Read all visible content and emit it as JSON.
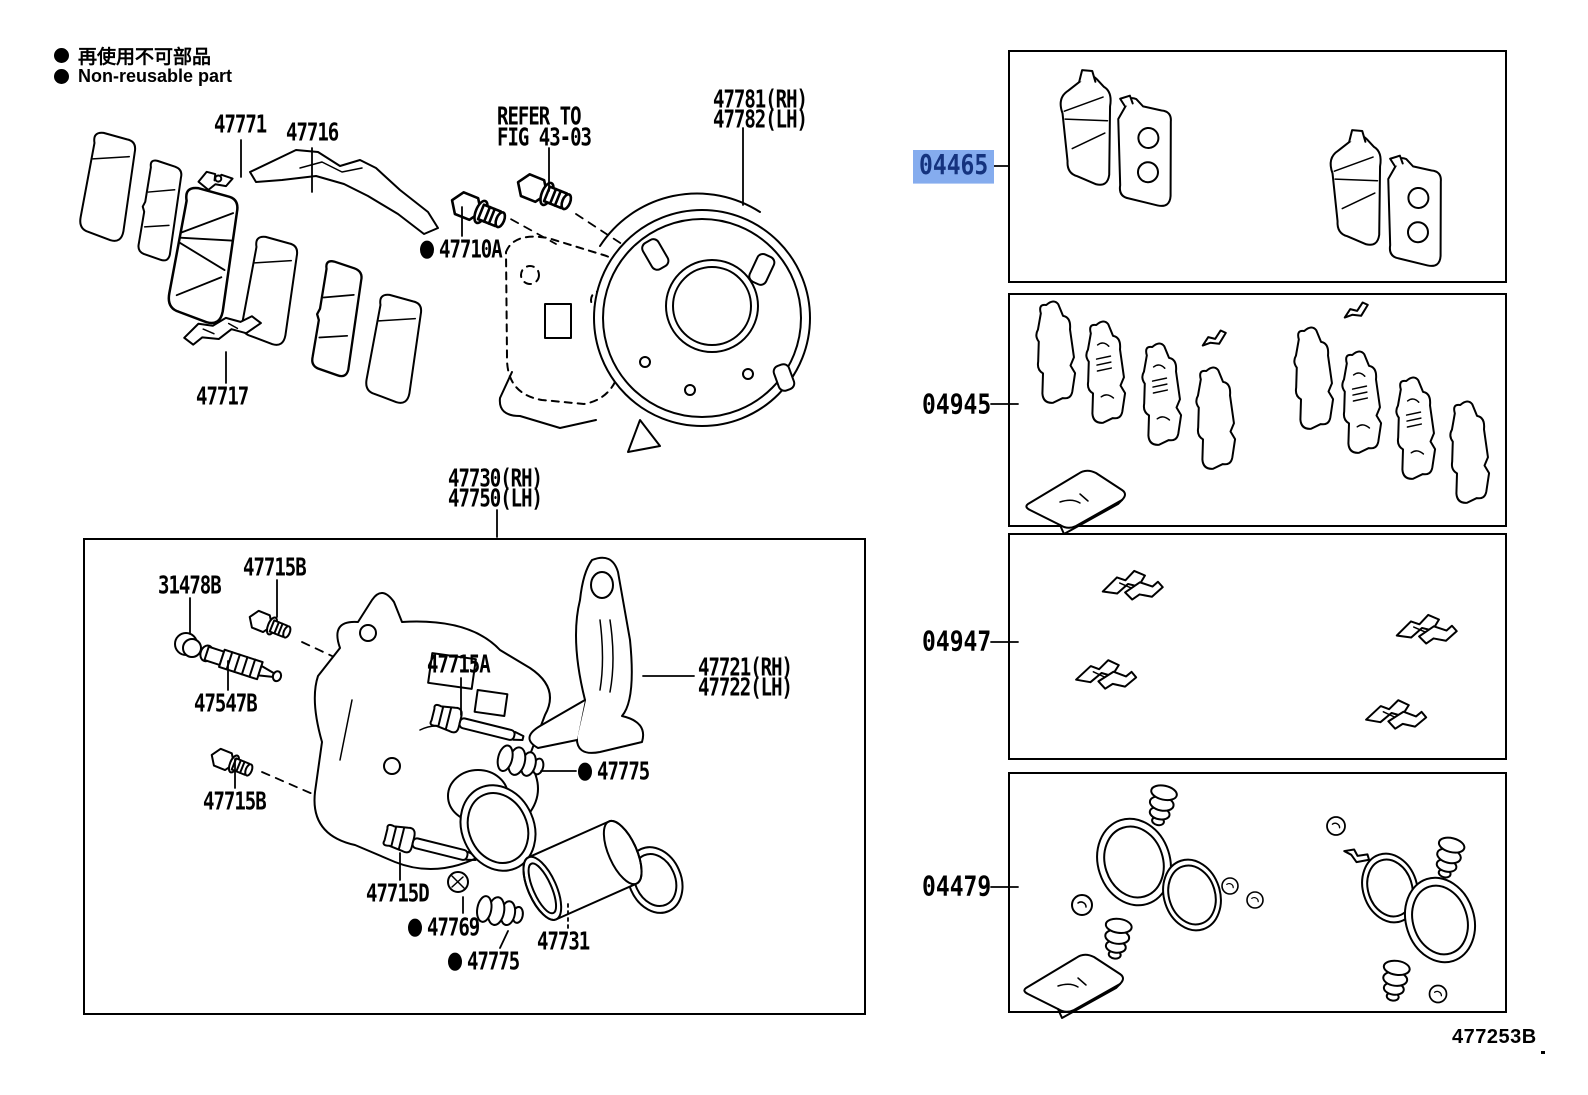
{
  "page": {
    "background": "#ffffff"
  },
  "legend": {
    "jp": "再使用不可部品",
    "en": "Non-reusable part"
  },
  "colors": {
    "highlight_bg": "#85ACEE",
    "highlight_text": "#15337E",
    "line_color": "#000000"
  },
  "diagram": {
    "labels": [
      {
        "id": "47771",
        "text": "47771",
        "non_reusable": false
      },
      {
        "id": "47716",
        "text": "47716",
        "non_reusable": false
      },
      {
        "id": "refer-1",
        "text": "REFER TO",
        "non_reusable": false
      },
      {
        "id": "refer-2",
        "text": "FIG 43-03",
        "non_reusable": false
      },
      {
        "id": "47710A",
        "text": "47710A",
        "non_reusable": true
      },
      {
        "id": "47781",
        "text": "47781(RH)",
        "non_reusable": false
      },
      {
        "id": "47782",
        "text": "47782(LH)",
        "non_reusable": false
      },
      {
        "id": "47717",
        "text": "47717",
        "non_reusable": false
      },
      {
        "id": "47730",
        "text": "47730(RH)",
        "non_reusable": false
      },
      {
        "id": "47750",
        "text": "47750(LH)",
        "non_reusable": false
      },
      {
        "id": "31478B",
        "text": "31478B",
        "non_reusable": false
      },
      {
        "id": "47715B",
        "text": "47715B",
        "non_reusable": false
      },
      {
        "id": "47547B",
        "text": "47547B",
        "non_reusable": false
      },
      {
        "id": "47715A",
        "text": "47715A",
        "non_reusable": false
      },
      {
        "id": "47721",
        "text": "47721(RH)",
        "non_reusable": false
      },
      {
        "id": "47722",
        "text": "47722(LH)",
        "non_reusable": false
      },
      {
        "id": "47775-1",
        "text": "47775",
        "non_reusable": true
      },
      {
        "id": "47715B-2",
        "text": "47715B",
        "non_reusable": false
      },
      {
        "id": "47715D",
        "text": "47715D",
        "non_reusable": false
      },
      {
        "id": "47769",
        "text": "47769",
        "non_reusable": true
      },
      {
        "id": "47731",
        "text": "47731",
        "non_reusable": false
      },
      {
        "id": "47775-2",
        "text": "47775",
        "non_reusable": true
      }
    ]
  },
  "kits": [
    {
      "code": "04465",
      "highlighted": true
    },
    {
      "code": "04945",
      "highlighted": false
    },
    {
      "code": "04947",
      "highlighted": false
    },
    {
      "code": "04479",
      "highlighted": false
    }
  ],
  "footer": {
    "drawing_code": "477253B",
    "period": "."
  }
}
